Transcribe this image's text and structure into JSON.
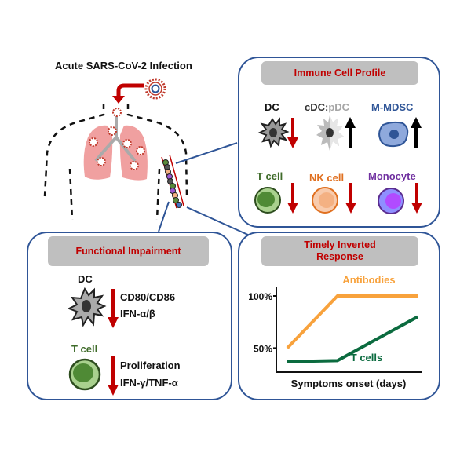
{
  "title": "Acute SARS-CoV-2 Infection",
  "colors": {
    "panel_border": "#2f5597",
    "header_bg": "#bfbfbf",
    "header_text": "#c00000",
    "down_arrow": "#c00000",
    "up_arrow": "#000000",
    "lung": "#f0a0a0",
    "virus": "#c0392b",
    "tcell_green": "#3f6b2a",
    "nk_orange": "#e07020",
    "monocyte_purple": "#7030a0",
    "mmdsc_blue": "#2f5597",
    "antibodies": "#f8a23c",
    "tcells_line": "#0b6b3f"
  },
  "immune_profile": {
    "header": "Immune Cell Profile",
    "cells": [
      {
        "name": "DC",
        "direction": "down"
      },
      {
        "name_a": "cDC:",
        "name_b": "pDC",
        "direction": "up"
      },
      {
        "name": "M-MDSC",
        "direction": "up"
      },
      {
        "name": "T cell",
        "direction": "down"
      },
      {
        "name": "NK cell",
        "direction": "down"
      },
      {
        "name": "Monocyte",
        "direction": "down"
      }
    ]
  },
  "functional_impairment": {
    "header": "Functional Impairment",
    "dc": {
      "label": "DC",
      "lines": [
        "CD80/CD86",
        "IFN-α/β"
      ],
      "direction": "down"
    },
    "tcell": {
      "label": "T cell",
      "lines": [
        "Proliferation",
        "IFN-γ/TNF-α"
      ],
      "direction": "down"
    }
  },
  "timely_response": {
    "header_line1": "Timely Inverted",
    "header_line2": "Response"
  },
  "chart_data": {
    "type": "line",
    "title": "Timely Inverted Response",
    "xlabel": "Symptoms onset (days)",
    "ylabel": "",
    "x": [
      0,
      1,
      2.6
    ],
    "ylim": [
      30,
      100
    ],
    "yticks": [
      50,
      100
    ],
    "ytick_labels": [
      "50%",
      "100%"
    ],
    "series": [
      {
        "name": "Antibodies",
        "color": "#f8a23c",
        "values": [
          50,
          100,
          100
        ]
      },
      {
        "name": "T cells",
        "color": "#0b6b3f",
        "values": [
          37,
          38,
          80
        ]
      }
    ],
    "grid": false,
    "legend": "inline labels"
  }
}
